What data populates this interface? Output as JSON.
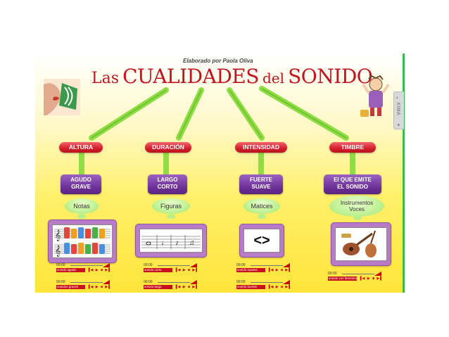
{
  "author": "Elaborado por Paola Oliva",
  "title": {
    "las": "Las",
    "cualidades": "CUALIDADES",
    "del": "del",
    "sonido": "SONIDO"
  },
  "sidebar_tab": {
    "label": "XIMA",
    "arrow": "‹",
    "plus": "+"
  },
  "qualities": [
    {
      "name": "ALTURA",
      "values": [
        "AGUDO",
        "GRAVE"
      ],
      "bubble": [
        "Notas"
      ],
      "players": [
        {
          "time": "00:00",
          "name": "sonido agudo"
        },
        {
          "time": "00:00",
          "name": "sonidos graves"
        }
      ]
    },
    {
      "name": "DURACIÓN",
      "values": [
        "LARGO",
        "CORTO"
      ],
      "bubble": [
        "Figuras"
      ],
      "players": [
        {
          "time": "00:00",
          "name": "sonido corto"
        },
        {
          "time": "00:00",
          "name": "sonido largo"
        }
      ]
    },
    {
      "name": "INTENSIDAD",
      "values": [
        "FUERTE",
        "SUAVE"
      ],
      "bubble": [
        "Matices"
      ],
      "players": [
        {
          "time": "00:00",
          "name": "sonido suaves"
        },
        {
          "time": "00:00",
          "name": "sonido fuertes"
        }
      ]
    },
    {
      "name": "TIMBRE",
      "values": [
        "El QUE EMITE",
        "EL SONIDO"
      ],
      "bubble": [
        "Instrumentos",
        "Voces"
      ],
      "players": [
        {
          "time": "00:00",
          "name": "sonido voz femenina"
        }
      ]
    }
  ],
  "dynamics_symbol": "<>",
  "player_controls": "▐◀ ▶ ■ ▶▌",
  "colors": {
    "title": "#c0151f",
    "pill": "#d41e2b",
    "purple": "#6a2e95",
    "bubble": "#b9ef8a",
    "border": "#3db94a"
  }
}
